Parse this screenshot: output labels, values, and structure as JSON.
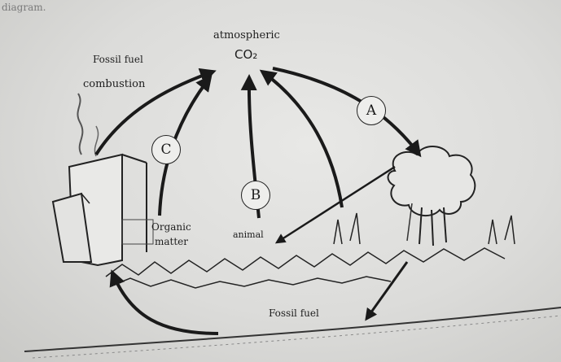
{
  "caption": "diagram.",
  "labels": {
    "atmospheric": "atmospheric",
    "co2": "CO₂",
    "fossil_fuel_combustion_1": "Fossil fuel",
    "fossil_fuel_combustion_2": "combustion",
    "organic_matter_1": "Organic",
    "organic_matter_2": "matter",
    "animal": "animal",
    "fossil_fuel": "Fossil fuel"
  },
  "markers": {
    "a": "A",
    "b": "B",
    "c": "C"
  },
  "colors": {
    "ink": "#1a1a1a",
    "paper": "#e2e2e0"
  }
}
